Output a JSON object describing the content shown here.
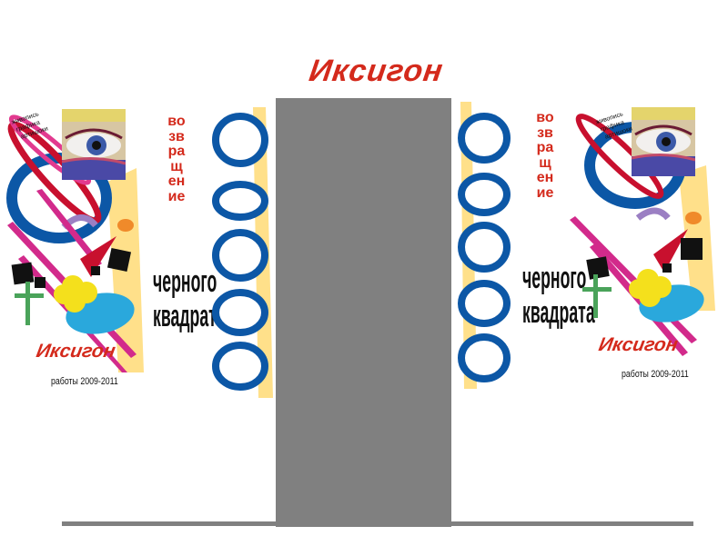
{
  "title": "Иксигон",
  "left_panel": {
    "vertical_word": "возвращение",
    "subtitle_line1": "черного",
    "subtitle_line2": "квадрата",
    "logo": "Иксигон",
    "works": "работы 2009-2011",
    "note_line1": "живопись",
    "note_line2": "графика",
    "note_line3": "артишоки"
  },
  "right_panel": {
    "vertical_word": "возвращение",
    "subtitle_line1": "черного",
    "subtitle_line2": "квадрата",
    "logo": "Иксигон",
    "works": "работы 2009-2011",
    "note_line1": "живопись",
    "note_line2": "графика",
    "note_line3": "артишоки"
  },
  "colors": {
    "red": "#d42a1c",
    "blue": "#0c57a6",
    "gray": "#808080",
    "yellow": "#ffe08a",
    "magenta": "#d22a8b",
    "cyan": "#2aa8dc"
  }
}
